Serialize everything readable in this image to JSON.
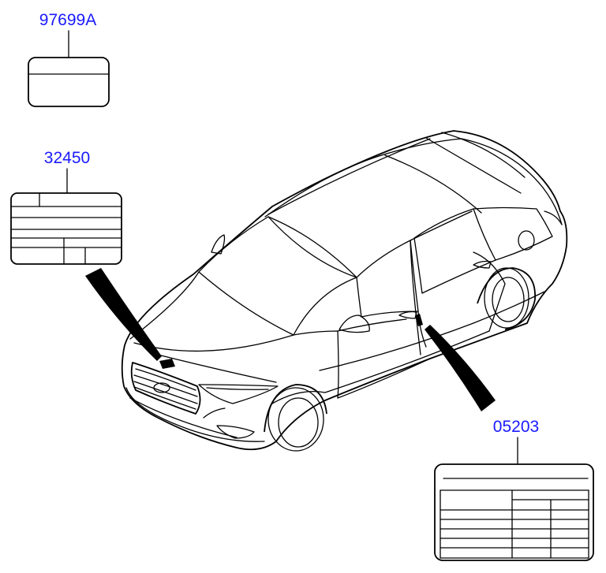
{
  "diagram": {
    "callouts": [
      {
        "id": "label-97699a",
        "number": "97699A"
      },
      {
        "id": "label-32450",
        "number": "32450"
      },
      {
        "id": "label-05203",
        "number": "05203"
      }
    ],
    "colors": {
      "callout_text": "#1a1aff",
      "line": "#000000",
      "background": "#ffffff"
    }
  }
}
